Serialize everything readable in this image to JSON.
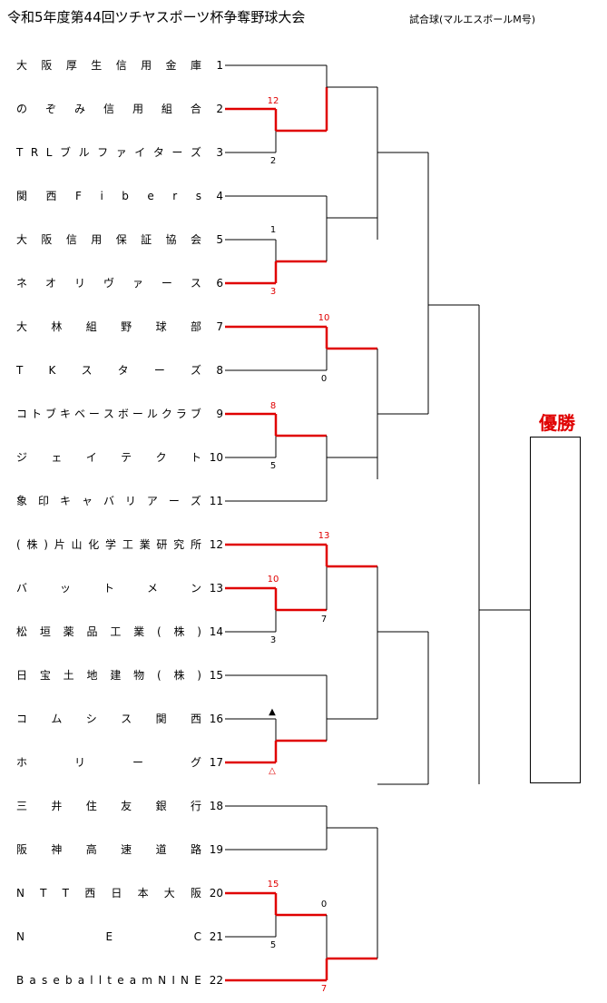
{
  "title": "令和5年度第44回ツチヤスポーツ杯争奪野球大会",
  "ball_note": "試合球(マルエスボールM号)",
  "champion_label": "優勝",
  "colors": {
    "winner_line": "#e00000",
    "line": "#000000"
  },
  "teams": [
    {
      "name": "大阪厚生信用金庫",
      "seed": "1"
    },
    {
      "name": "のぞみ信用組合",
      "seed": "2"
    },
    {
      "name": "TRLブルファイターズ",
      "seed": "3"
    },
    {
      "name": "関西Fibers",
      "seed": "4"
    },
    {
      "name": "大阪信用保証協会",
      "seed": "5"
    },
    {
      "name": "ネオリヴァース",
      "seed": "6"
    },
    {
      "name": "大林組野球部",
      "seed": "7"
    },
    {
      "name": "TKスターズ",
      "seed": "8"
    },
    {
      "name": "コトブキベースボールクラブ",
      "seed": "9"
    },
    {
      "name": "ジェイテクト",
      "seed": "10"
    },
    {
      "name": "象印キャバリアーズ",
      "seed": "11"
    },
    {
      "name": "(株)片山化学工業研究所",
      "seed": "12"
    },
    {
      "name": "バットメン",
      "seed": "13"
    },
    {
      "name": "松垣薬品工業(株)",
      "seed": "14"
    },
    {
      "name": "日宝土地建物(株)",
      "seed": "15"
    },
    {
      "name": "コムシス関西",
      "seed": "16"
    },
    {
      "name": "ホリーグ",
      "seed": "17"
    },
    {
      "name": "三井住友銀行",
      "seed": "18"
    },
    {
      "name": "阪神高速道路",
      "seed": "19"
    },
    {
      "name": "NTT西日本大阪",
      "seed": "20"
    },
    {
      "name": "NEC",
      "seed": "21"
    },
    {
      "name": "BaseballteamNINE",
      "seed": "22"
    }
  ],
  "matches": [
    {
      "teams": [
        "2",
        "3"
      ],
      "scores": [
        "12",
        "2"
      ],
      "winner": "2"
    },
    {
      "teams": [
        "5",
        "6"
      ],
      "scores": [
        "1",
        "3"
      ],
      "winner": "6"
    },
    {
      "teams": [
        "7",
        "8"
      ],
      "scores": [
        "10",
        "0"
      ],
      "winner": "7"
    },
    {
      "teams": [
        "9",
        "10"
      ],
      "scores": [
        "8",
        "5"
      ],
      "winner": "9"
    },
    {
      "teams": [
        "13",
        "14"
      ],
      "scores": [
        "10",
        "3"
      ],
      "winner": "13"
    },
    {
      "teams": [
        "12",
        "13"
      ],
      "scores": [
        "13",
        "7"
      ],
      "winner": "12"
    },
    {
      "teams": [
        "16",
        "17"
      ],
      "scores": [
        "▲",
        "△"
      ],
      "winner": "17"
    },
    {
      "teams": [
        "20",
        "21"
      ],
      "scores": [
        "15",
        "5"
      ],
      "winner": "20"
    },
    {
      "teams": [
        "20",
        "22"
      ],
      "scores": [
        "0",
        "7"
      ],
      "winner": "22"
    }
  ]
}
